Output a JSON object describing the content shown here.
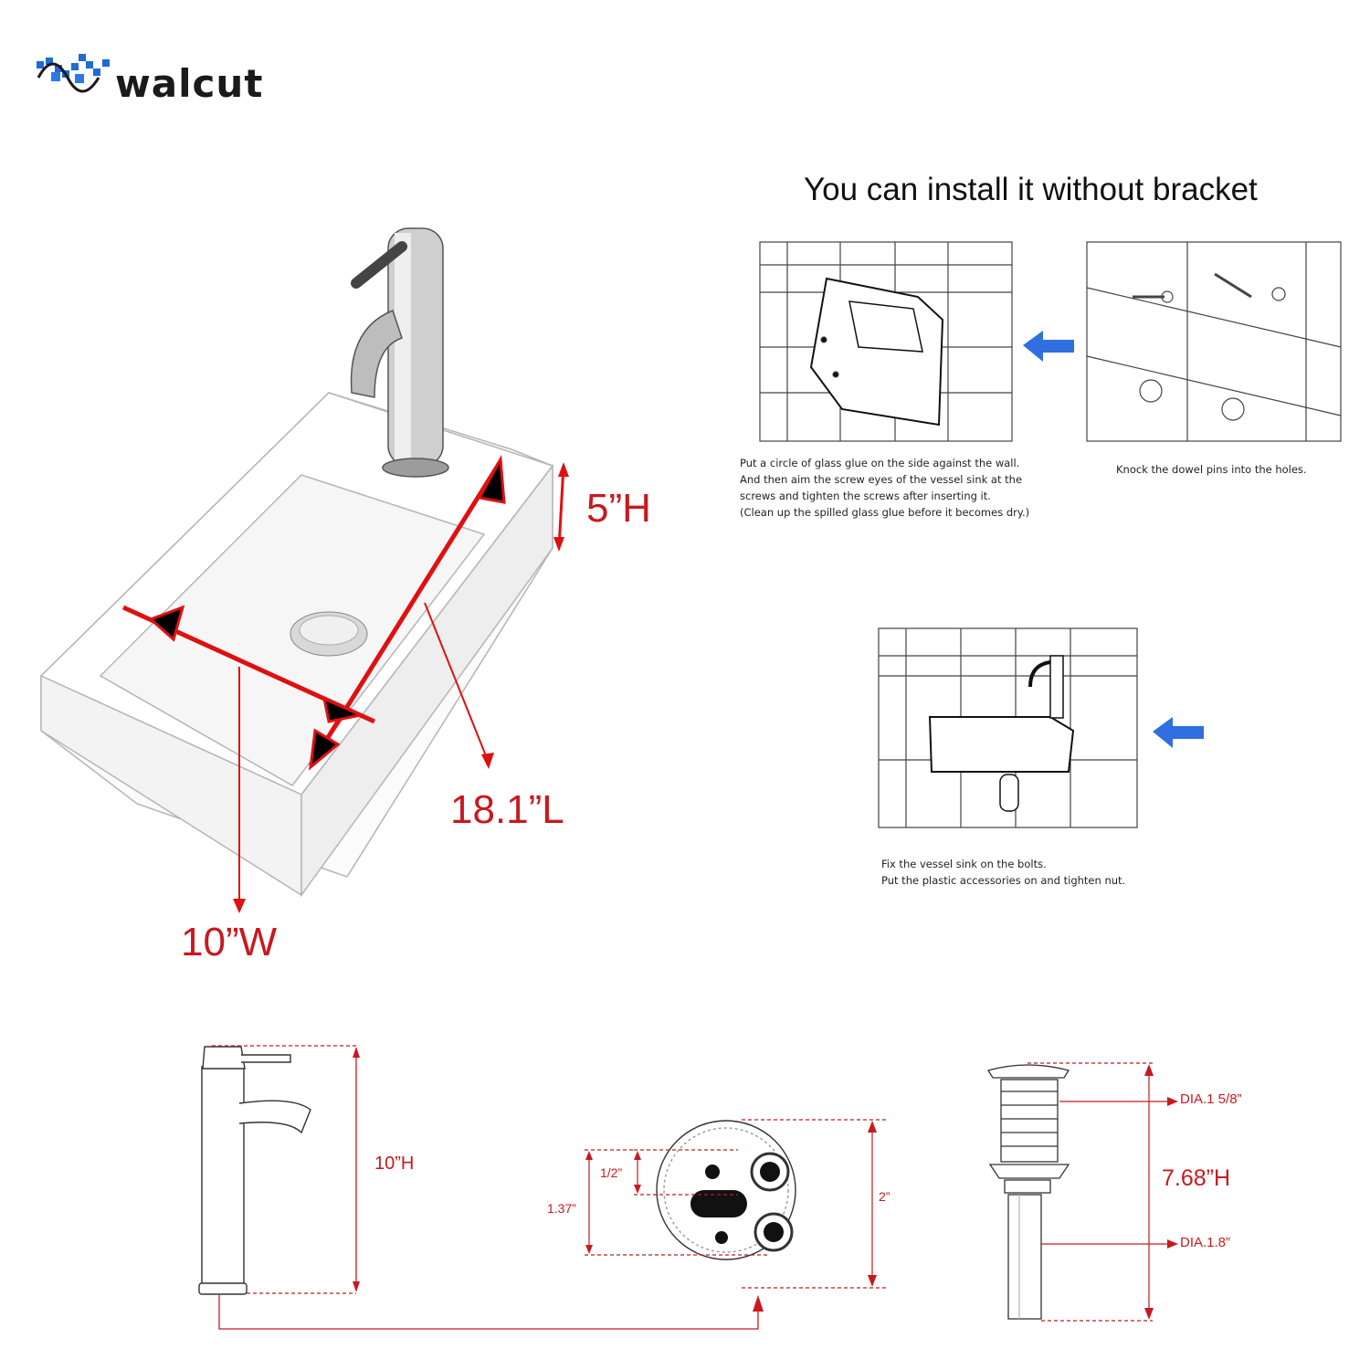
{
  "brand": {
    "name": "walcut",
    "colors": {
      "brand_blue": "#1e6ad6",
      "dimension_red": "#c8191e",
      "arrow_blue": "#2f6fe0"
    }
  },
  "headline": "You can install it without bracket",
  "dimensions": {
    "height": "5”H",
    "length": "18.1”L",
    "width": "10”W"
  },
  "steps": [
    {
      "lines": [
        "Put a circle of glass glue on the side against the wall.",
        "And then aim the screw eyes of the vessel sink at the",
        "screws and tighten the screws after inserting it.",
        "(Clean up the spilled glass glue before it becomes dry.)"
      ]
    },
    {
      "lines": [
        "Knock the dowel pins into the holes."
      ]
    },
    {
      "lines": [
        "Fix the vessel sink on the bolts.",
        "Put the plastic accessories on and tighten nut."
      ]
    }
  ],
  "faucet_spec": {
    "height": "10”H"
  },
  "base_spec": {
    "hole_spacing": "1/2”",
    "overall": "1.37”",
    "diameter": "2”"
  },
  "drain_spec": {
    "top_diameter": "DIA.1 5/8”",
    "height": "7.68”H",
    "body_diameter": "DIA.1.8”"
  }
}
